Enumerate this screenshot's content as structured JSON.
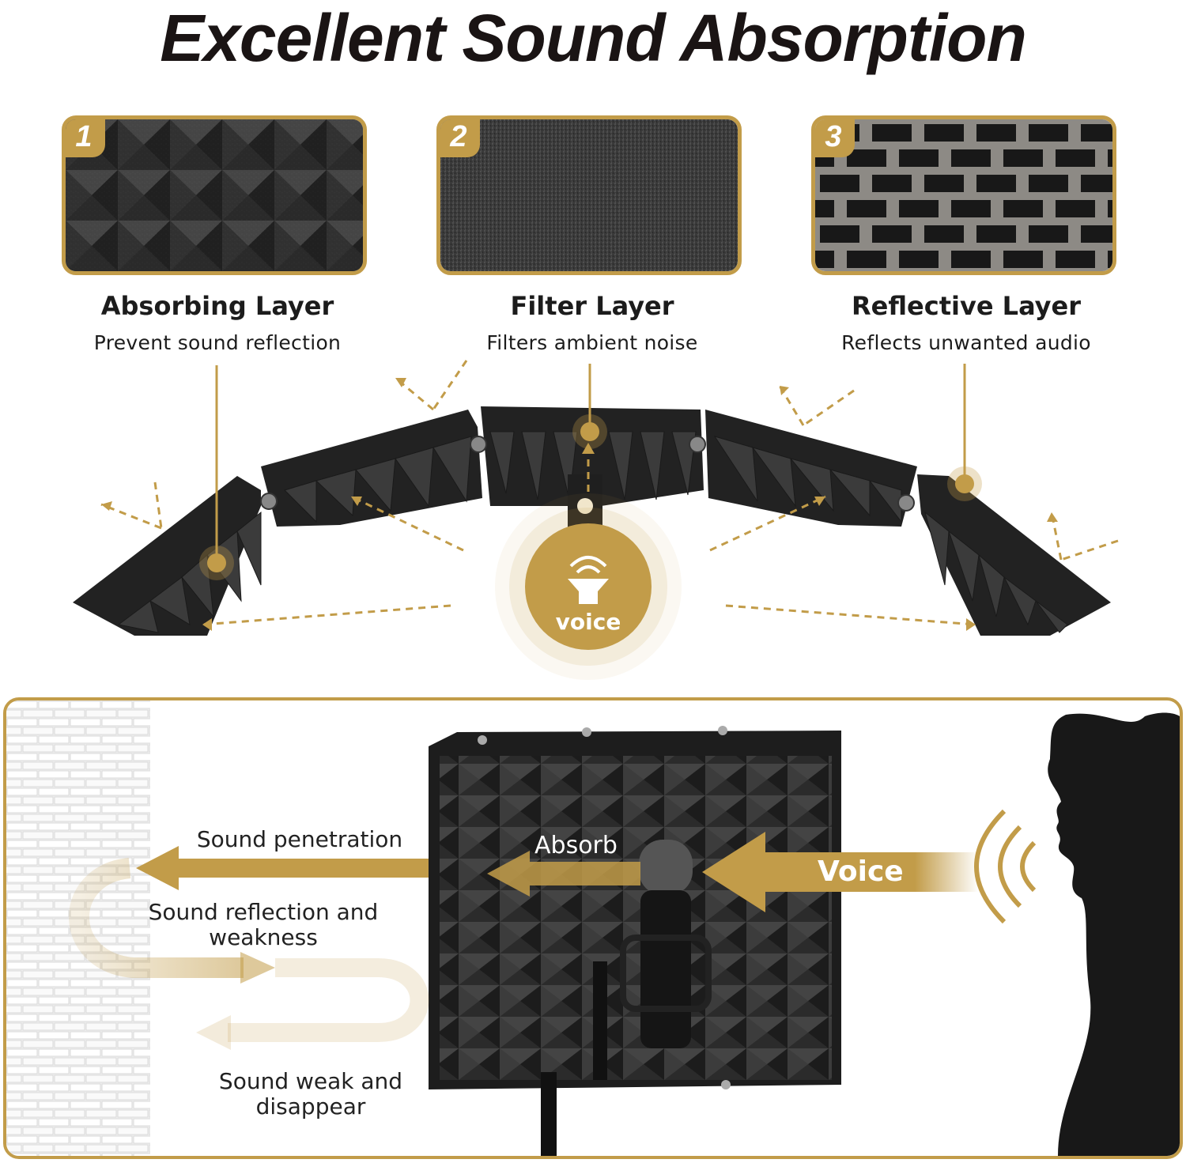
{
  "headline": "Excellent Sound Absorption",
  "layers": [
    {
      "number": "1",
      "title": "Absorbing Layer",
      "subtitle": "Prevent sound reflection"
    },
    {
      "number": "2",
      "title": "Filter Layer",
      "subtitle": "Filters ambient noise"
    },
    {
      "number": "3",
      "title": "Reflective Layer",
      "subtitle": "Reflects unwanted audio"
    }
  ],
  "diagram": {
    "voice_badge": "voice",
    "icon": "speaker-icon"
  },
  "bottom": {
    "sound_penetration": "Sound penetration",
    "reflection_line1": "Sound reflection and",
    "reflection_line2": "weakness",
    "weak_line1": "Sound weak and",
    "weak_line2": "disappear",
    "absorb": "Absorb",
    "voice": "Voice"
  },
  "colors": {
    "gold": "#c29c49",
    "foam": "#2a2a2a",
    "frame": "#1e1e1e",
    "metal": "#8d8a85"
  }
}
